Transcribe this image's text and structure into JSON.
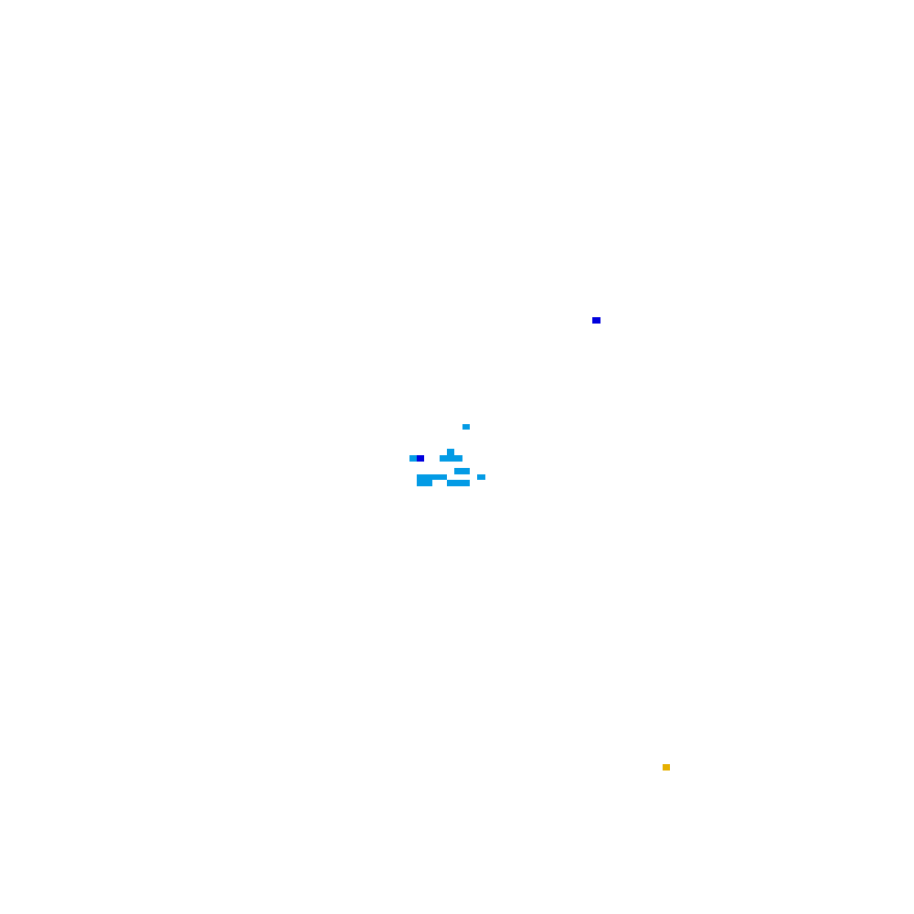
{
  "colors": {
    "background": "#ffffff",
    "light_blue": "#039be5",
    "dark_blue": "#0000dd",
    "amber": "#e6b000"
  },
  "cells": [
    {
      "name": "dark-blue-cell-1",
      "color": "dark_blue"
    },
    {
      "name": "light-blue-cell-1",
      "color": "light_blue"
    },
    {
      "name": "light-blue-cell-2",
      "color": "light_blue"
    },
    {
      "name": "light-blue-cell-3",
      "color": "light_blue"
    },
    {
      "name": "dark-blue-cell-2",
      "color": "dark_blue"
    },
    {
      "name": "light-blue-cell-4",
      "color": "light_blue"
    },
    {
      "name": "light-blue-cell-5",
      "color": "light_blue"
    },
    {
      "name": "light-blue-cell-6",
      "color": "light_blue"
    },
    {
      "name": "light-blue-cell-7",
      "color": "light_blue"
    },
    {
      "name": "light-blue-cell-8",
      "color": "light_blue"
    },
    {
      "name": "light-blue-cell-9",
      "color": "light_blue"
    },
    {
      "name": "amber-cell-1",
      "color": "amber"
    }
  ]
}
